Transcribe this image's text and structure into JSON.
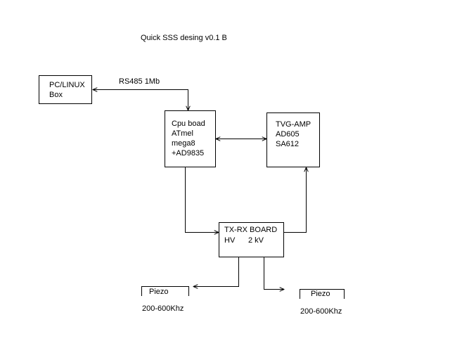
{
  "title": "Quick SSS desing v0.1 B",
  "pc_box": {
    "line1": "PC/LINUX",
    "line2": "Box"
  },
  "link_label": "RS485 1Mb",
  "cpu_box": {
    "line1": "Cpu boad",
    "line2": "ATmel",
    "line3": "mega8",
    "line4": "+AD9835"
  },
  "tvg_box": {
    "line1": "TVG-AMP",
    "line2": "AD605",
    "line3": "SA612"
  },
  "txrx_box": {
    "line1": "TX-RX BOARD",
    "line2": "HV",
    "line2b": "2 kV"
  },
  "piezo_left": {
    "label": "Piezo",
    "freq": "200-600Khz"
  },
  "piezo_right": {
    "label": "Piezo",
    "freq": "200-600Khz"
  }
}
